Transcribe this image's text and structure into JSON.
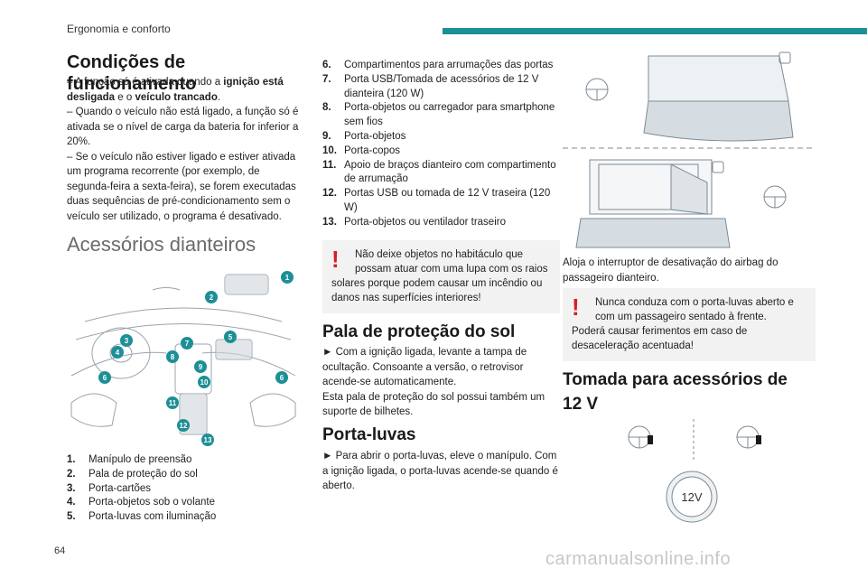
{
  "header": {
    "section": "Ergonomia e conforto",
    "accent_color": "#1d8f96"
  },
  "page_number": "64",
  "watermark": "carmanualsonline.info",
  "col1": {
    "title": "Condições de funcionamento",
    "p1_pre": "– A função só é ativada quando a ",
    "p1_b1": "ignição está desligada",
    "p1_mid": " e o ",
    "p1_b2": "veículo trancado",
    "p1_end": ".",
    "p2": "– Quando o veículo não está ligado, a função só é ativada se o nível de carga da bateria for inferior a 20%.",
    "p3": "– Se o veículo não estiver ligado e estiver ativada um programa recorrente (por exemplo, de segunda-feira a sexta-feira), se forem executadas duas sequências de pré-condicionamento sem o veículo ser utilizado, o programa é desativado.",
    "accessories_title": "Acessórios dianteiros",
    "diagram_callouts": [
      "1",
      "2",
      "3",
      "4",
      "5",
      "6",
      "7",
      "8",
      "9",
      "10",
      "11",
      "12",
      "13",
      "6"
    ],
    "list": [
      {
        "num": "1.",
        "text": "Manípulo de preensão"
      },
      {
        "num": "2.",
        "text": "Pala de proteção do sol"
      },
      {
        "num": "3.",
        "text": "Porta-cartões"
      },
      {
        "num": "4.",
        "text": "Porta-objetos sob o volante"
      },
      {
        "num": "5.",
        "text": "Porta-luvas com iluminação"
      }
    ]
  },
  "col2": {
    "list": [
      {
        "num": "6.",
        "text": "Compartimentos para arrumações das portas"
      },
      {
        "num": "7.",
        "text": "Porta USB/Tomada de acessórios de 12 V dianteira (120 W)"
      },
      {
        "num": "8.",
        "text": "Porta-objetos ou carregador para smartphone sem fios"
      },
      {
        "num": "9.",
        "text": "Porta-objetos"
      },
      {
        "num": "10.",
        "text": "Porta-copos"
      },
      {
        "num": "11.",
        "text": "Apoio de braços dianteiro com compartimento de arrumação"
      },
      {
        "num": "12.",
        "text": "Portas USB ou tomada de 12 V traseira (120 W)"
      },
      {
        "num": "13.",
        "text": "Porta-objetos ou ventilador traseiro"
      }
    ],
    "warning_first": "Não deixe objetos no habitáculo que possam atuar com uma lupa com os raios",
    "warning_rest": "solares porque podem causar um incêndio ou danos nas superfícies interiores!",
    "sun_visor_title": "Pala de proteção do sol",
    "sun_visor_p1": "► Com a ignição ligada, levante a tampa de ocultação. Consoante a versão, o retrovisor acende-se automaticamente.",
    "sun_visor_p2": "Esta pala de proteção do sol possui também um suporte de bilhetes.",
    "glovebox_title": "Porta-luvas",
    "glovebox_p1": "► Para abrir o porta-luvas, eleve o manípulo. Com a ignição ligada, o porta-luvas acende-se quando é aberto."
  },
  "col3": {
    "airbag_note": "Aloja o interruptor de desativação do airbag do passageiro dianteiro.",
    "warning_first": "Nunca conduza com o porta-luvas aberto e com um passageiro sentado à frente.",
    "warning_rest": "Poderá causar ferimentos em caso de desaceleração acentuada!",
    "socket_title": "Tomada para acessórios de 12 V",
    "socket_label": "12V"
  },
  "colors": {
    "warning_red": "#d51f27",
    "callout_teal": "#1d8f96",
    "warning_bg": "#f2f2f2"
  }
}
